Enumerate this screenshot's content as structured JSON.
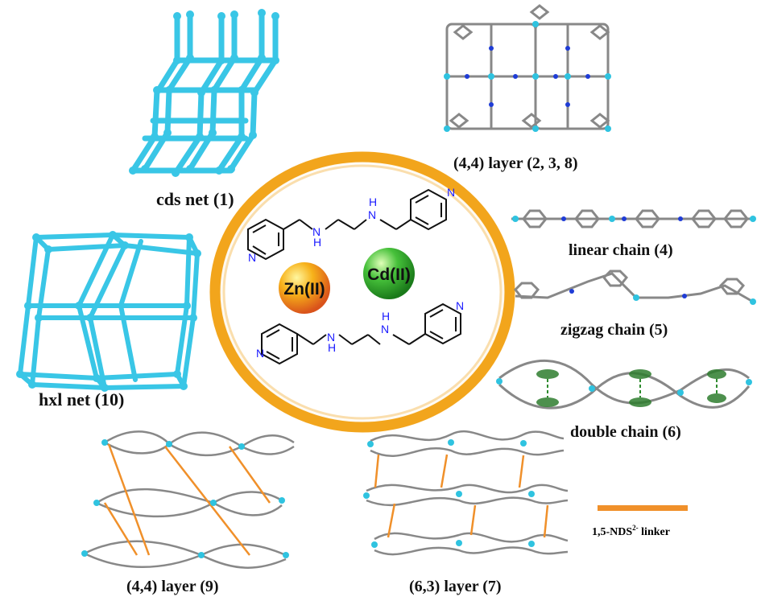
{
  "labels": {
    "cds": "cds net (1)",
    "layer44a": "(4,4) layer (2, 3, 8)",
    "linear": "linear chain (4)",
    "zigzag": "zigzag chain (5)",
    "double": "double chain (6)",
    "hxl": "hxl net (10)",
    "layer44b": "(4,4) layer (9)",
    "layer63": "(6,3) layer (7)"
  },
  "center": {
    "ion1": "Zn(II)",
    "ion2": "Cd(II)",
    "atom_n": "N",
    "atom_h": "H"
  },
  "legend": {
    "text": "1,5-NDS",
    "sup": "2-",
    "tail": " linker"
  },
  "colors": {
    "net_cyan": "#39c6e6",
    "ring_orange": "#f2a51c",
    "linker_orange": "#f0902a",
    "atom_grey": "#8a8a8a",
    "atom_blue": "#1f3cd6",
    "zn_sphere": "#f7b21a",
    "cd_sphere": "#3fb83a"
  }
}
